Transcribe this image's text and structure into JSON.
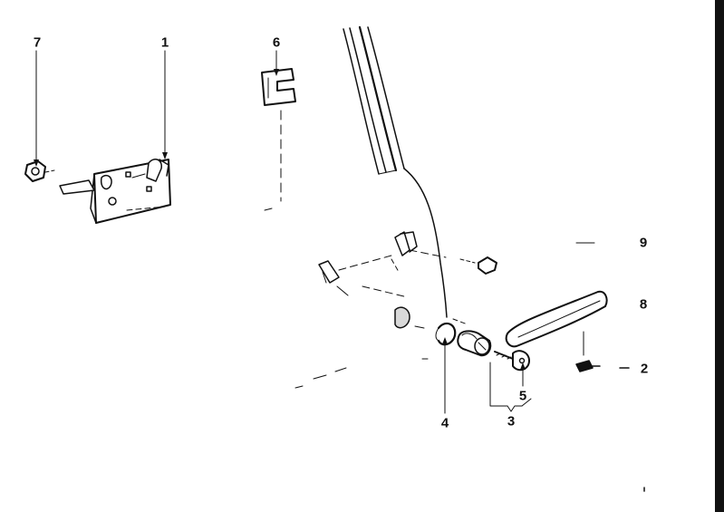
{
  "diagram": {
    "callouts": [
      {
        "id": "7",
        "label": "7"
      },
      {
        "id": "1",
        "label": "1"
      },
      {
        "id": "6",
        "label": "6"
      },
      {
        "id": "9",
        "label": "9"
      },
      {
        "id": "8",
        "label": "8"
      },
      {
        "id": "2",
        "label": "2"
      },
      {
        "id": "5",
        "label": "5"
      },
      {
        "id": "4",
        "label": "4"
      },
      {
        "id": "3",
        "label": "3"
      }
    ],
    "colors": {
      "ink": "#111111",
      "paper": "#ffffff",
      "shade": "#d9d9d9"
    }
  }
}
